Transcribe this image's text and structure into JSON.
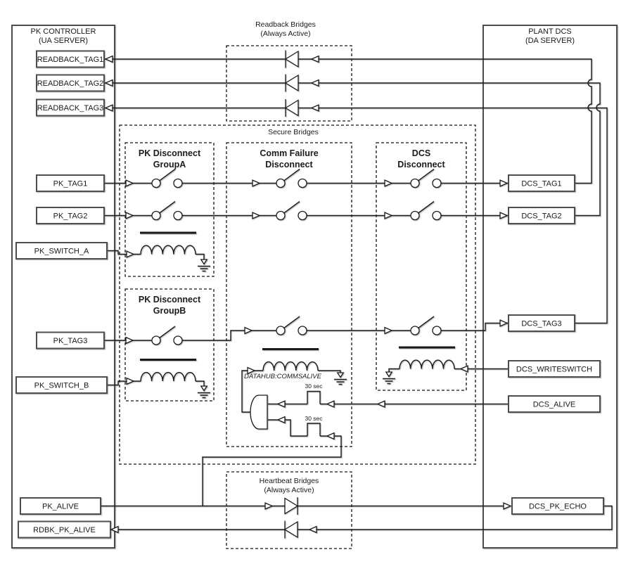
{
  "left_panel": {
    "name_line1": "PK CONTROLLER",
    "name_line2": "(UA SERVER)"
  },
  "right_panel": {
    "name_line1": "PLANT DCS",
    "name_line2": "(DA SERVER)"
  },
  "left_tags": [
    {
      "label": "READBACK_TAG1"
    },
    {
      "label": "READBACK_TAG2"
    },
    {
      "label": "READBACK_TAG3"
    },
    {
      "label": "PK_TAG1"
    },
    {
      "label": "PK_TAG2"
    },
    {
      "label": "PK_SWITCH_A"
    },
    {
      "label": "PK_TAG3"
    },
    {
      "label": "PK_SWITCH_B"
    },
    {
      "label": "PK_ALIVE"
    },
    {
      "label": "RDBK_PK_ALIVE"
    }
  ],
  "right_tags": [
    {
      "label": "DCS_TAG1"
    },
    {
      "label": "DCS_TAG2"
    },
    {
      "label": "DCS_TAG3"
    },
    {
      "label": "DCS_WRITESWITCH"
    },
    {
      "label": "DCS_ALIVE"
    },
    {
      "label": "DCS_PK_ECHO"
    }
  ],
  "bridges": {
    "readback": {
      "line1": "Readback Bridges",
      "line2": "(Always Active)"
    },
    "secure": {
      "label": "Secure Bridges"
    },
    "heartbeat": {
      "line1": "Heartbeat Bridges",
      "line2": "(Always Active)"
    },
    "pk_disconnect_a": {
      "line1": "PK Disconnect",
      "line2": "GroupA"
    },
    "comm_failure": {
      "line1": "Comm Failure",
      "line2": "Disconnect"
    },
    "dcs_disconnect": {
      "line1": "DCS",
      "line2": "Disconnect"
    },
    "pk_disconnect_b": {
      "line1": "PK Disconnect",
      "line2": "GroupB"
    }
  },
  "annotations": {
    "coil_tag": "DATAHUB:COMMSALIVE",
    "delay_top": "30 sec",
    "delay_bottom": "30 sec"
  },
  "colors": {
    "wire": "#1a1a1a",
    "box_border": "#4d4d4d",
    "background": "#ffffff"
  }
}
